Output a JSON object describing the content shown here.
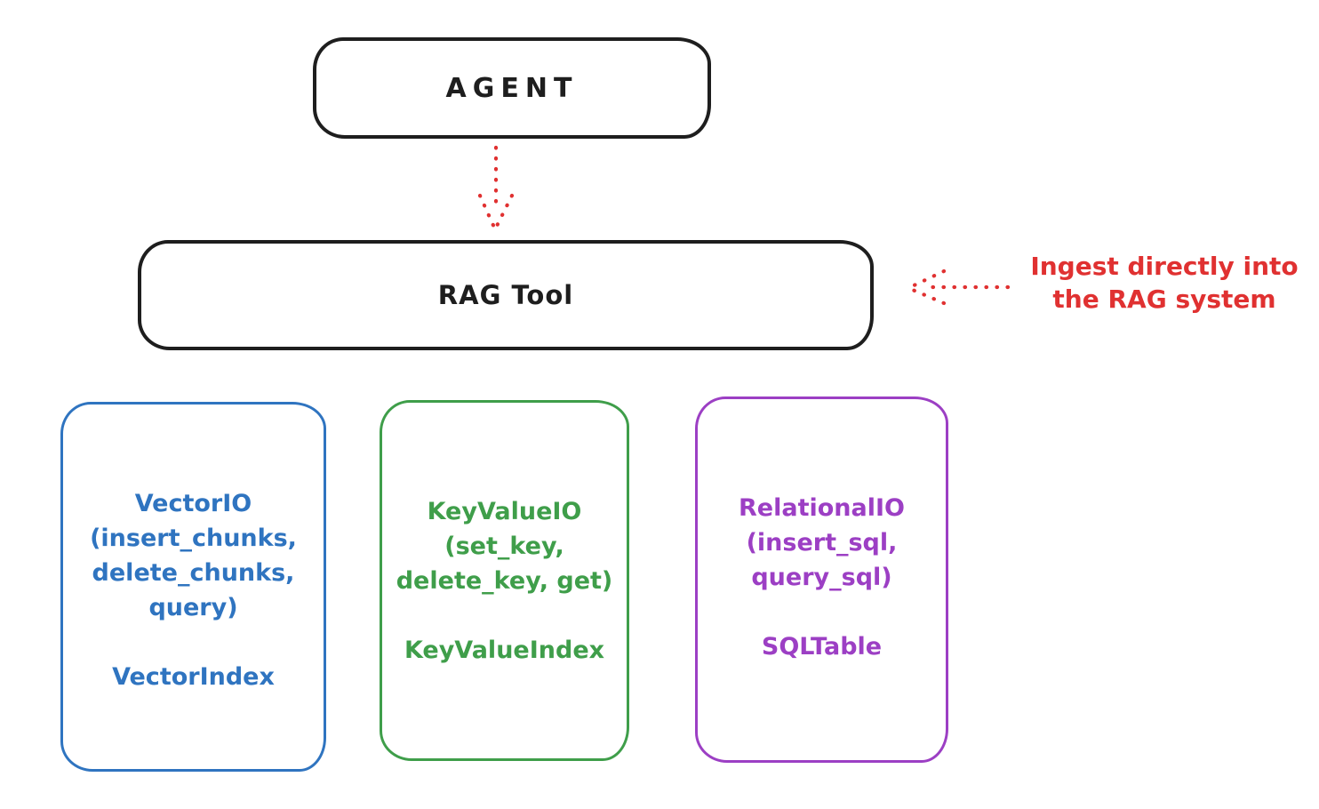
{
  "colors": {
    "ink": "#1e1e1e",
    "red": "#e03131",
    "blue": "#2f74c0",
    "green": "#3f9e4a",
    "purple": "#9c3fc4"
  },
  "nodes": {
    "agent": {
      "label": "AGENT"
    },
    "rag_tool": {
      "label": "RAG Tool"
    }
  },
  "annotation": {
    "text": "Ingest directly into\nthe RAG system"
  },
  "backends": [
    {
      "id": "vector-io",
      "methods": "VectorIO\n(insert_chunks,\ndelete_chunks,\nquery)",
      "index": "VectorIndex"
    },
    {
      "id": "keyvalue-io",
      "methods": "KeyValueIO\n(set_key,\ndelete_key, get)",
      "index": "KeyValueIndex"
    },
    {
      "id": "relational-io",
      "methods": "RelationalIO\n(insert_sql,\nquery_sql)",
      "index": "SQLTable"
    }
  ],
  "icons": {
    "agent_to_rag_arrow": "dotted-down-arrow",
    "ingest_arrow": "dotted-left-arrow"
  }
}
